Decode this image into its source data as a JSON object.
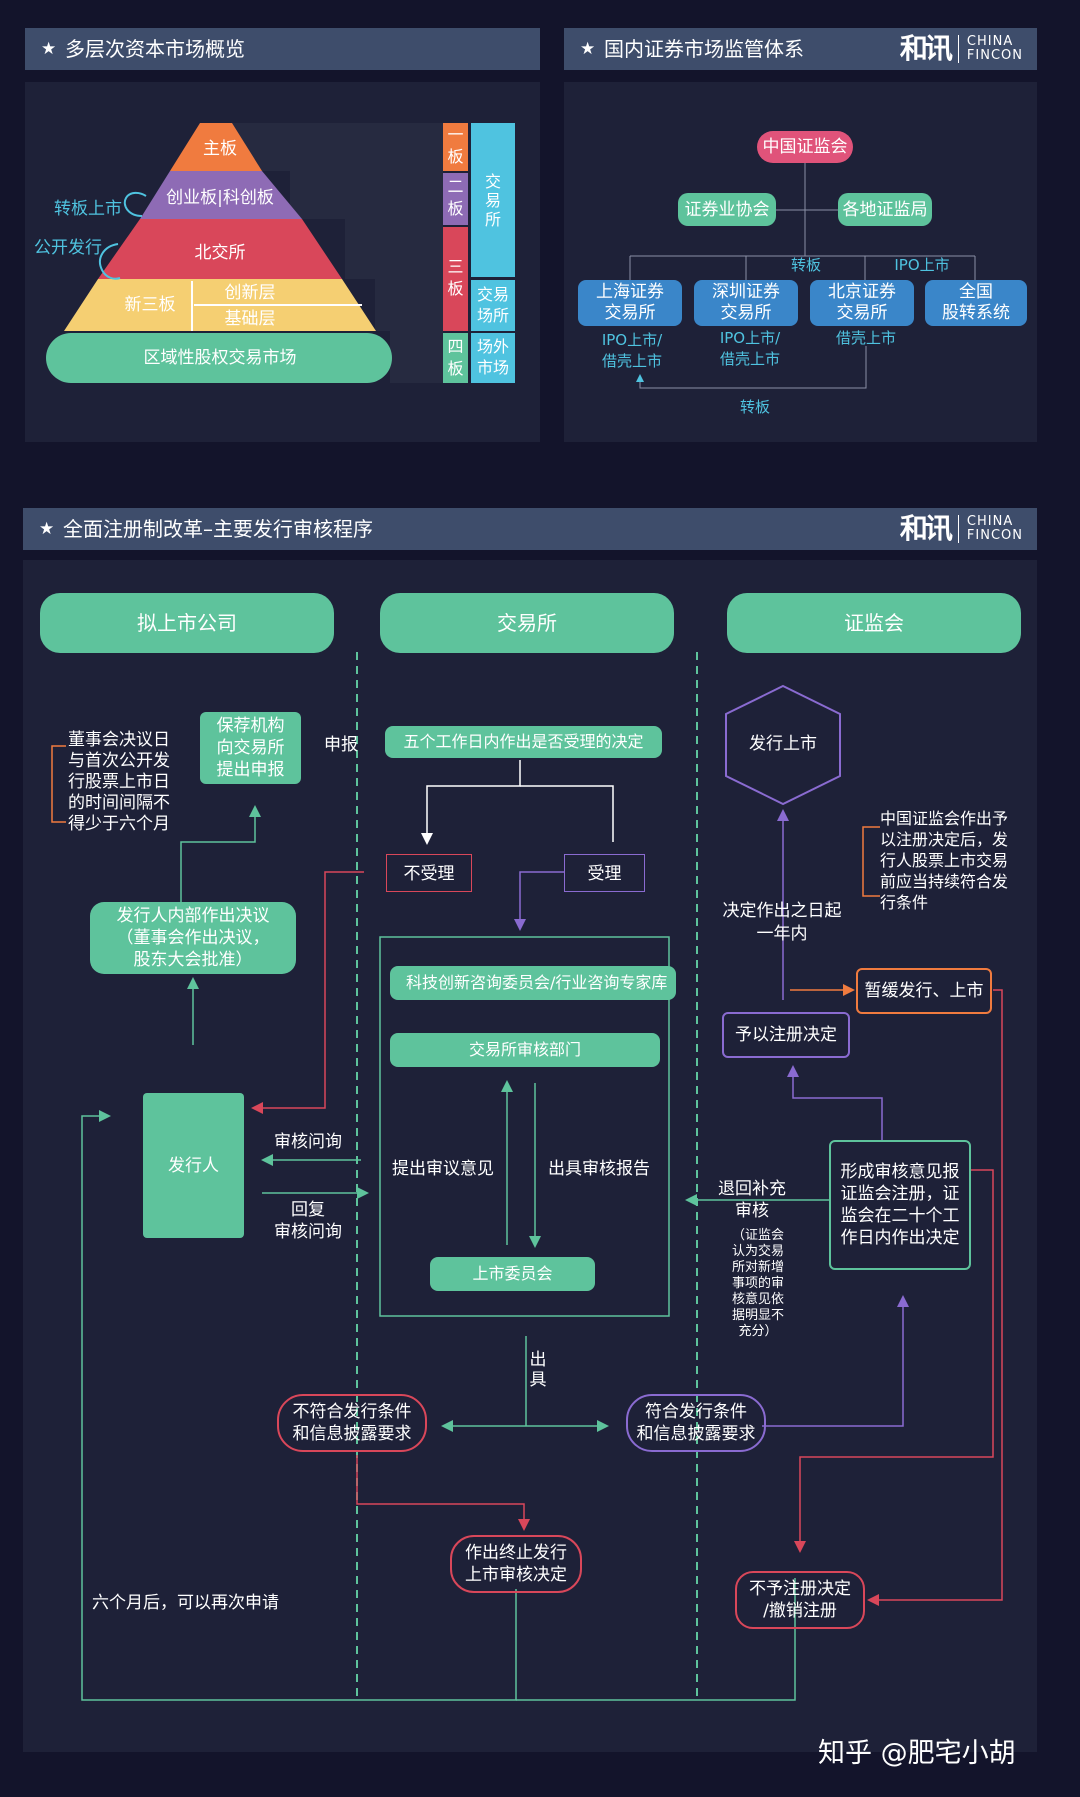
{
  "sec1": {
    "title": "多层次资本市场概览"
  },
  "sec2": {
    "title": "国内证券市场监管体系",
    "logo_mark": "和讯",
    "logo_text": "CHINA\nFINCON"
  },
  "sec3": {
    "title": "全面注册制改革–主要发行审核程序",
    "logo_mark": "和讯",
    "logo_text": "CHINA\nFINCON"
  },
  "pyramid": {
    "levels": [
      "主板",
      "创业板|科创板",
      "北交所",
      "新三板",
      "创新层",
      "基础层",
      "区域性股权交易市场"
    ],
    "side_labels": [
      "转板上市",
      "公开发行"
    ],
    "tiers": [
      "一\n板",
      "二\n板",
      "三\n板",
      "四\n板"
    ],
    "groups": [
      "交\n易\n所",
      "交易\n场所",
      "场外\n市场"
    ],
    "colors": {
      "main": "#f07b3f",
      "gem": "#8e6bb5",
      "bse": "#d9475a",
      "neeq": "#f5cf72",
      "regional": "#5ec39c",
      "groups": "#4fc3e0"
    }
  },
  "regulation": {
    "top": "中国证监会",
    "mid": [
      "证券业协会",
      "各地证监局"
    ],
    "transfer_label": "转板",
    "ipo_label": "IPO上市",
    "exchanges": [
      "上海证券\n交易所",
      "深圳证券\n交易所",
      "北京证券\n交易所",
      "全国\n股转系统"
    ],
    "notes": [
      "IPO上市/\n借壳上市",
      "IPO上市/\n借壳上市",
      "借壳上市"
    ],
    "bottom_label": "转板",
    "colors": {
      "top": "#e0537a",
      "mid": "#5ec39c",
      "ex": "#3a86c9"
    }
  },
  "process": {
    "columns": [
      "拟上市公司",
      "交易所",
      "证监会"
    ],
    "note_board": "董事会决议日\n与首次公开发\n行股票上市日\n的时间间隔不\n得少于六个月",
    "sponsor": "保荐机构\n向交易所\n提出申报",
    "apply_label": "申报",
    "internal": "发行人内部作出决议\n（董事会作出决议，\n股东大会批准）",
    "issuer": "发行人",
    "inquiry": "审核问询",
    "reply": "回复\n审核问询",
    "five_days": "五个工作日内作出是否受理的决定",
    "reject": "不受理",
    "accept": "受理",
    "committee_expert": "科技创新咨询委员会/行业咨询专家库",
    "exchange_dept": "交易所审核部门",
    "propose": "提出审议意见",
    "report": "出具审核报告",
    "listing_committee": "上市委员会",
    "issue_label": "出\n具",
    "not_meet": "不符合发行条件\n和信息披露要求",
    "meet": "符合发行条件\n和信息披露要求",
    "terminate": "作出终止发行\n上市审核决定",
    "six_months": "六个月后，可以再次申请",
    "list_hex": "发行上市",
    "csrc_note": "中国证监会作出予\n以注册决定后，发\n行人股票上市交易\n前应当持续符合发\n行条件",
    "one_year": "决定作出之日起\n一年内",
    "suspend": "暂缓发行、上市",
    "register": "予以注册决定",
    "return": "退回补充\n审核",
    "return_note": "（证监会\n认为交易\n所对新增\n事项的审\n核意见依\n据明显不\n充分）",
    "form_opinion": "形成审核意见报\n证监会注册，证\n监会在二十个工\n作日内作出决定",
    "deny": "不予注册决定\n/撤销注册"
  },
  "watermark": "知乎 @肥宅小胡"
}
